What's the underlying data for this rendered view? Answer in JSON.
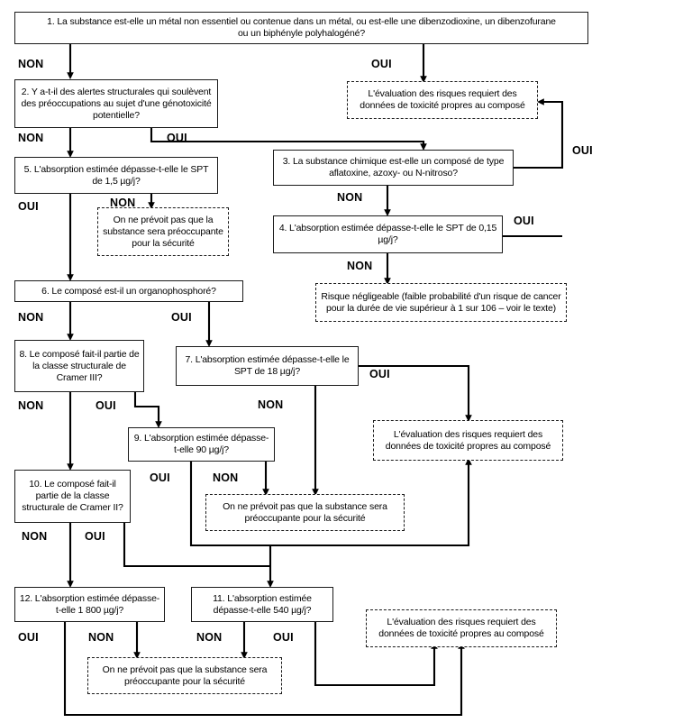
{
  "diagram": {
    "title": "Arbre de decision d'evaluation des risques toxicologiques",
    "language": "fr",
    "line_color": "#1a1a1a",
    "background": "#ffffff",
    "nodes": [
      {
        "id": "q1",
        "kind": "decision",
        "style": "solid",
        "text": "1.  La substance est-elle un métal non essentiel ou contenue dans un métal, ou est-elle une dibenzodioxine, un dibenzofurane\nou un biphényle polyhalogéné?"
      },
      {
        "id": "q2",
        "kind": "decision",
        "style": "solid",
        "text": "2. Y a-t-il des alertes structurales qui soulèvent des préoccupations au sujet d'une génotoxicité potentielle?"
      },
      {
        "id": "out_tox_top",
        "kind": "outcome",
        "style": "dashed",
        "text": "L'évaluation des risques requiert des données de toxicité propres au composé"
      },
      {
        "id": "q3",
        "kind": "decision",
        "style": "solid",
        "text": "3. La substance chimique est-elle un composé de type aflatoxine, azoxy-  ou N-nitroso?"
      },
      {
        "id": "q4",
        "kind": "decision",
        "style": "solid",
        "text": "4. L'absorption estimée dépasse-t-elle le SPT de 0,15 µg/j?"
      },
      {
        "id": "q5",
        "kind": "decision",
        "style": "solid",
        "text": "5. L'absorption estimée dépasse-t-elle le SPT de 1,5 µg/j?"
      },
      {
        "id": "out_safe_5",
        "kind": "outcome",
        "style": "dashed",
        "text": "On ne prévoit pas que la substance sera préoccupante pour la sécurité"
      },
      {
        "id": "out_negligible",
        "kind": "outcome",
        "style": "dashed",
        "text": "Risque négligeable (faible probabilité d'un risque de cancer pour la durée de vie supérieur à 1 sur 106 – voir le texte)"
      },
      {
        "id": "q6",
        "kind": "decision",
        "style": "solid",
        "text": "6. Le composé est-il un organophosphoré?"
      },
      {
        "id": "q7",
        "kind": "decision",
        "style": "solid",
        "text": "7. L'absorption estimée dépasse-t-elle le SPT de 18 µg/j?"
      },
      {
        "id": "q8",
        "kind": "decision",
        "style": "solid",
        "text": "8. Le composé fait-il partie de la classe structurale de Cramer III?"
      },
      {
        "id": "q9",
        "kind": "decision",
        "style": "solid",
        "text": "9. L'absorption estimée dépasse-t-elle 90 µg/j?"
      },
      {
        "id": "out_tox_mid",
        "kind": "outcome",
        "style": "dashed",
        "text": "L'évaluation des risques requiert des données de toxicité propres au composé"
      },
      {
        "id": "out_safe_mid",
        "kind": "outcome",
        "style": "dashed",
        "text": "On ne prévoit pas que la substance sera préoccupante pour la sécurité"
      },
      {
        "id": "q10",
        "kind": "decision",
        "style": "solid",
        "text": "10. Le composé fait-il partie de la classe structurale de Cramer II?"
      },
      {
        "id": "q11",
        "kind": "decision",
        "style": "solid",
        "text": "11. L'absorption estimée dépasse-t-elle 540 µg/j?"
      },
      {
        "id": "q12",
        "kind": "decision",
        "style": "solid",
        "text": "12. L'absorption estimée dépasse-t-elle 1 800 µg/j?"
      },
      {
        "id": "out_safe_bottom",
        "kind": "outcome",
        "style": "dashed",
        "text": "On ne prévoit pas que la substance sera préoccupante pour la sécurité"
      },
      {
        "id": "out_tox_bottom",
        "kind": "outcome",
        "style": "dashed",
        "text": "L'évaluation des risques requiert des données de toxicité propres au composé"
      }
    ],
    "edge_labels": [
      {
        "id": "l1",
        "text": "NON"
      },
      {
        "id": "l2",
        "text": "OUI"
      },
      {
        "id": "l3",
        "text": "NON"
      },
      {
        "id": "l4",
        "text": "OUI"
      },
      {
        "id": "l5",
        "text": "OUI"
      },
      {
        "id": "l6",
        "text": "OUI"
      },
      {
        "id": "l7",
        "text": "NON"
      },
      {
        "id": "l8",
        "text": "OUI"
      },
      {
        "id": "l9",
        "text": "NON"
      },
      {
        "id": "l10",
        "text": "NON"
      },
      {
        "id": "l11",
        "text": "OUI"
      },
      {
        "id": "l12",
        "text": "NON"
      },
      {
        "id": "l13",
        "text": "OUI"
      },
      {
        "id": "l14",
        "text": "NON"
      },
      {
        "id": "l15",
        "text": "OUI"
      },
      {
        "id": "l16",
        "text": "NON"
      },
      {
        "id": "l17",
        "text": "OUI"
      },
      {
        "id": "l18",
        "text": "NON"
      },
      {
        "id": "l19",
        "text": "OUI"
      },
      {
        "id": "l20",
        "text": "NON"
      },
      {
        "id": "l21",
        "text": "NON"
      },
      {
        "id": "l22",
        "text": "OUI"
      },
      {
        "id": "l23",
        "text": "OUI"
      },
      {
        "id": "l24",
        "text": "NON"
      }
    ]
  }
}
